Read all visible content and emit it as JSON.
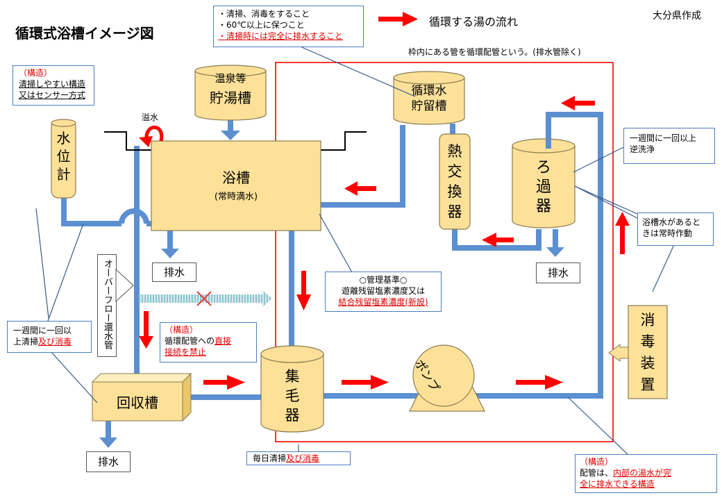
{
  "title": "循環式浴槽イメージ図",
  "author": "大分県作成",
  "legend": {
    "label": "循環する湯の流れ",
    "color": "#ff0000"
  },
  "colors": {
    "pipe": "#5b8fd0",
    "tank": "#fde199",
    "tank_edge": "#8a7a50",
    "frame": "#ff0000",
    "callout": "#4a7cc0"
  },
  "frame_note": "枠内にある管を循環配管という。(排水管除く)",
  "top_note": {
    "line1": "・清掃、消毒をすること",
    "line2": "・60℃以上に保つこと",
    "line3": "・清掃時には完全に排水すること"
  },
  "water_level_note": {
    "tag": "（構造）",
    "line1": "清掃しやすい構造",
    "line2": "又はセンサー方式"
  },
  "water_level_gauge": [
    "水",
    "位",
    "計"
  ],
  "onsen_tank": {
    "line1": "温泉等",
    "line2": "貯湯槽"
  },
  "circ_tank": {
    "line1": "循環水",
    "line2": "貯留槽"
  },
  "overflow_label": "溢水",
  "bath": {
    "name": "浴槽",
    "sub": "(常時満水)"
  },
  "heat_exchanger": [
    "熱",
    "交",
    "換",
    "器"
  ],
  "filter": [
    "ろ",
    "過",
    "器"
  ],
  "backwash_note": {
    "line1": "一週間に一回以上",
    "line2": "逆洗浄"
  },
  "auto_note": {
    "line1": "浴槽水があると",
    "line2": "きは常時作動"
  },
  "drain_labels": {
    "bath": "排水",
    "filter": "排水",
    "collect": "排水"
  },
  "overflow_pipe": "オーバーフロー還水管",
  "standard_note": {
    "line1": "○管理基準○",
    "line2": "遊離残留塩素濃度又は",
    "line3": "結合残留塩素濃度(新設)"
  },
  "prohibit_note": {
    "tag": "（構造）",
    "line1a": "循環配管への",
    "line1b": "直接",
    "line2": "接続を禁止"
  },
  "weekly_note": {
    "line1": "一週間に一回以",
    "line2a": "上清掃",
    "line2b": "及び消毒"
  },
  "collection_tank": "回収槽",
  "hair_catcher": [
    "集",
    "毛",
    "器"
  ],
  "daily_note": {
    "a": "毎日清掃",
    "b": "及び消毒"
  },
  "pump": "ポンプ",
  "disinfector": [
    "消",
    "毒",
    "装",
    "置"
  ],
  "pipe_note": {
    "tag": "（構造）",
    "line1a": "配管は、",
    "line1b": "内部の湯水が完",
    "line2": "全に排水できる構造"
  }
}
